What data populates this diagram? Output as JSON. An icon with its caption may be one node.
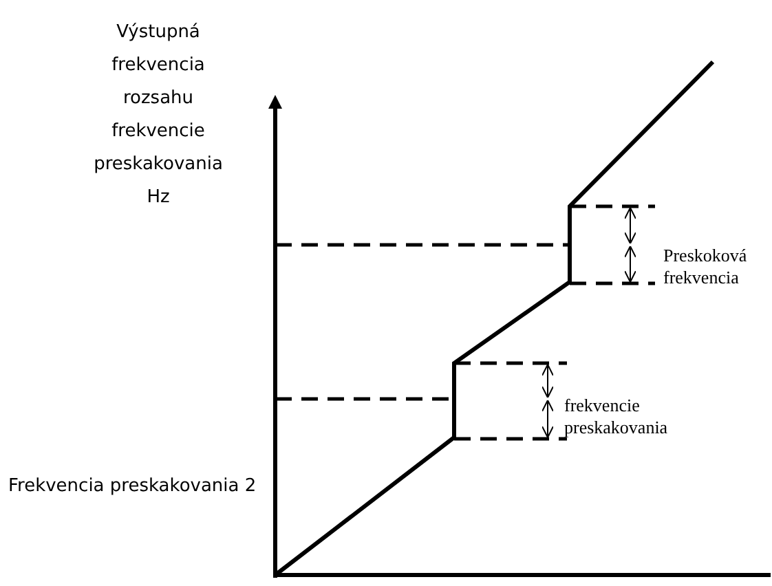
{
  "diagram": {
    "labels": [
      "Výstupná frekvencia rozsahu frekvencie preskakovania Hz",
      "Preskoková frekvencia",
      "frekvencie preskakovania",
      "Frekvencia preskakovania 2"
    ]
  }
}
